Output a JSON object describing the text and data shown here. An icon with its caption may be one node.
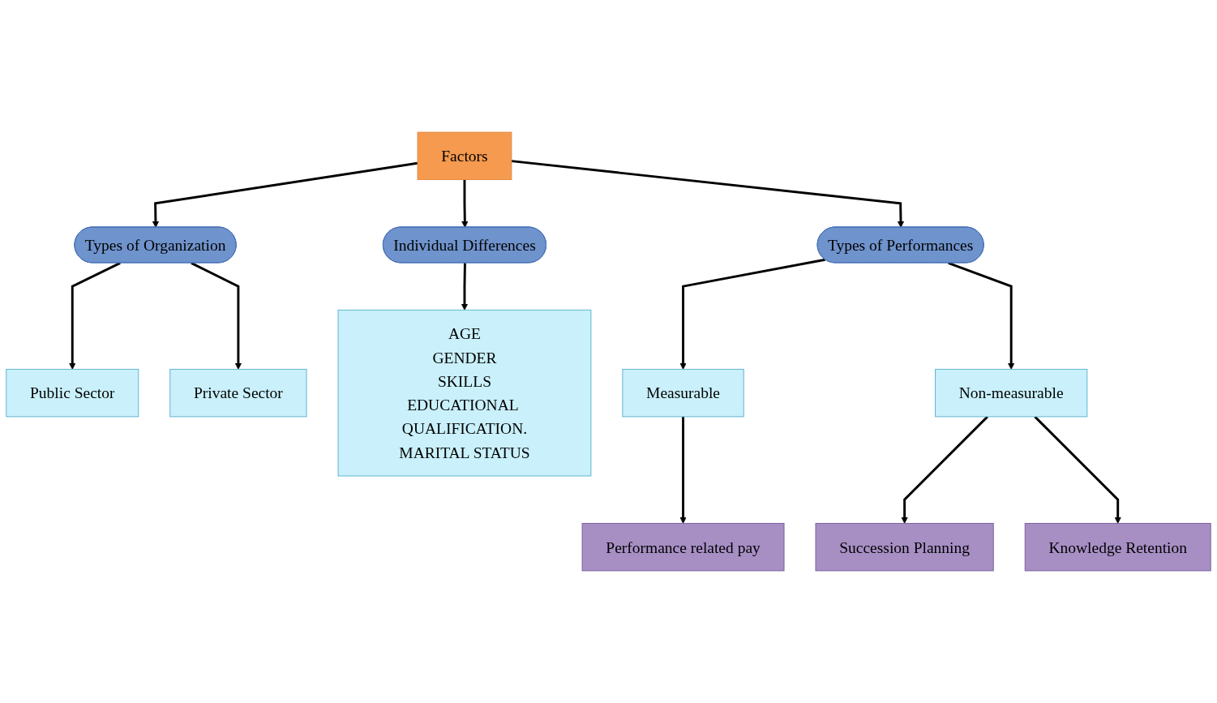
{
  "diagram": {
    "nodes": [
      {
        "text": [
          "Factors"
        ]
      },
      {
        "text": [
          "Types of Organization"
        ]
      },
      {
        "text": [
          "Individual Differences"
        ]
      },
      {
        "text": [
          "Types of Performances"
        ]
      },
      {
        "text": [
          "Public Sector"
        ]
      },
      {
        "text": [
          "Private Sector"
        ]
      },
      {
        "text": [
          "AGE",
          "GENDER",
          "SKILLS",
          "EDUCATIONAL QUALIFICATION.",
          "MARITAL STATUS"
        ]
      },
      {
        "text": [
          "Measurable"
        ]
      },
      {
        "text": [
          "Non-measurable"
        ]
      },
      {
        "text": [
          "Performance related pay"
        ]
      },
      {
        "text": [
          "Succession Planning"
        ]
      },
      {
        "text": [
          "Knowledge Retention"
        ]
      }
    ],
    "edges": [
      {
        "from": 0,
        "to": 1,
        "arrow": "to"
      },
      {
        "from": 0,
        "to": 2,
        "arrow": "to"
      },
      {
        "from": 0,
        "to": 3,
        "arrow": "to"
      },
      {
        "from": 1,
        "to": 4,
        "arrow": "to"
      },
      {
        "from": 1,
        "to": 5,
        "arrow": "to"
      },
      {
        "from": 2,
        "to": 6,
        "arrow": "to"
      },
      {
        "from": 3,
        "to": 7,
        "arrow": "to"
      },
      {
        "from": 3,
        "to": 8,
        "arrow": "to"
      },
      {
        "from": 7,
        "to": 9,
        "arrow": "to"
      },
      {
        "from": 8,
        "to": 10,
        "arrow": "to"
      },
      {
        "from": 8,
        "to": 11,
        "arrow": "to"
      }
    ]
  }
}
